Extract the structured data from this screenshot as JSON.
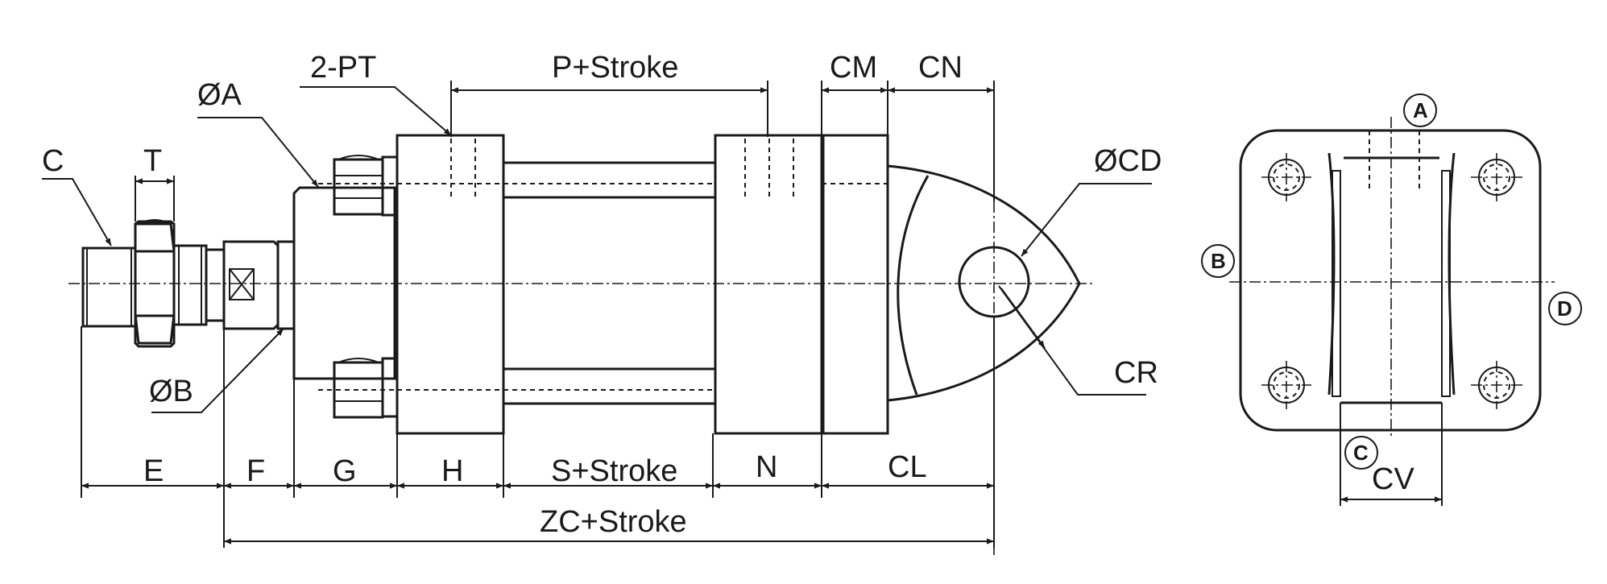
{
  "labels": {
    "c": "C",
    "t": "T",
    "dia_a": "ØA",
    "pt": "2-PT",
    "p_stroke": "P+Stroke",
    "cm": "CM",
    "cn": "CN",
    "dia_cd": "ØCD",
    "dia_b": "ØB",
    "cr": "CR",
    "e": "E",
    "f": "F",
    "g": "G",
    "h": "H",
    "s_stroke": "S+Stroke",
    "n": "N",
    "cl": "CL",
    "zc_stroke": "ZC+Stroke",
    "cv": "CV"
  },
  "circled": {
    "a": "A",
    "b": "B",
    "c": "C",
    "d": "D"
  }
}
